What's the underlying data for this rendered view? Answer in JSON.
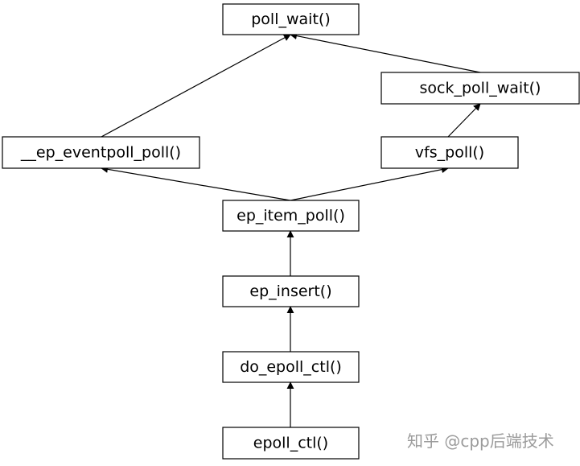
{
  "nodes": {
    "poll_wait": "poll_wait()",
    "sock_poll_wait": "sock_poll_wait()",
    "ep_eventpoll_poll": "__ep_eventpoll_poll()",
    "vfs_poll": "vfs_poll()",
    "ep_item_poll": "ep_item_poll()",
    "ep_insert": "ep_insert()",
    "do_epoll_ctl": "do_epoll_ctl()",
    "epoll_ctl": "epoll_ctl()"
  },
  "edges": [
    {
      "from": "epoll_ctl",
      "to": "do_epoll_ctl"
    },
    {
      "from": "do_epoll_ctl",
      "to": "ep_insert"
    },
    {
      "from": "ep_insert",
      "to": "ep_item_poll"
    },
    {
      "from": "ep_item_poll",
      "to": "ep_eventpoll_poll"
    },
    {
      "from": "ep_item_poll",
      "to": "vfs_poll"
    },
    {
      "from": "ep_eventpoll_poll",
      "to": "poll_wait"
    },
    {
      "from": "vfs_poll",
      "to": "sock_poll_wait"
    },
    {
      "from": "sock_poll_wait",
      "to": "poll_wait"
    }
  ],
  "watermark": "知乎 @cpp后端技术"
}
